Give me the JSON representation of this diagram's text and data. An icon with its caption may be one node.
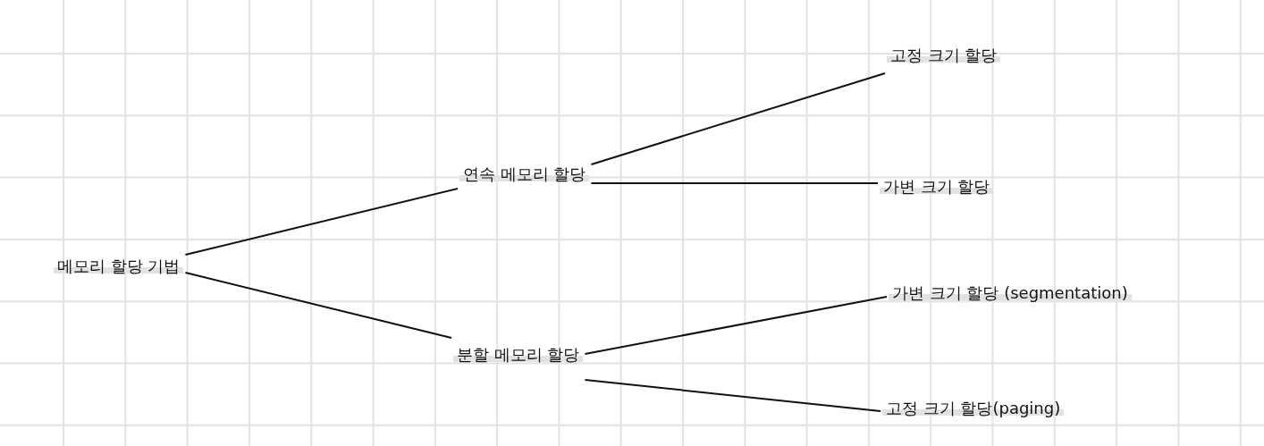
{
  "diagram": {
    "nodes": [
      {
        "text": [
          "메모리 할당 기법"
        ]
      },
      {
        "text": [
          "연속 메모리 할당"
        ]
      },
      {
        "text": [
          "분할 메모리 할당"
        ]
      },
      {
        "text": [
          "고정 크기 할당"
        ]
      },
      {
        "text": [
          "가변 크기 할당"
        ]
      },
      {
        "text": [
          "가변 크기 할당 (segmentation)"
        ]
      },
      {
        "text": [
          "고정 크기 할당(paging)"
        ]
      }
    ],
    "edges": [
      {
        "from": 0,
        "to": 1,
        "arrow": "none"
      },
      {
        "from": 0,
        "to": 2,
        "arrow": "none"
      },
      {
        "from": 1,
        "to": 3,
        "arrow": "none"
      },
      {
        "from": 1,
        "to": 4,
        "arrow": "none"
      },
      {
        "from": 2,
        "to": 5,
        "arrow": "none"
      },
      {
        "from": 2,
        "to": 6,
        "arrow": "none"
      }
    ]
  }
}
